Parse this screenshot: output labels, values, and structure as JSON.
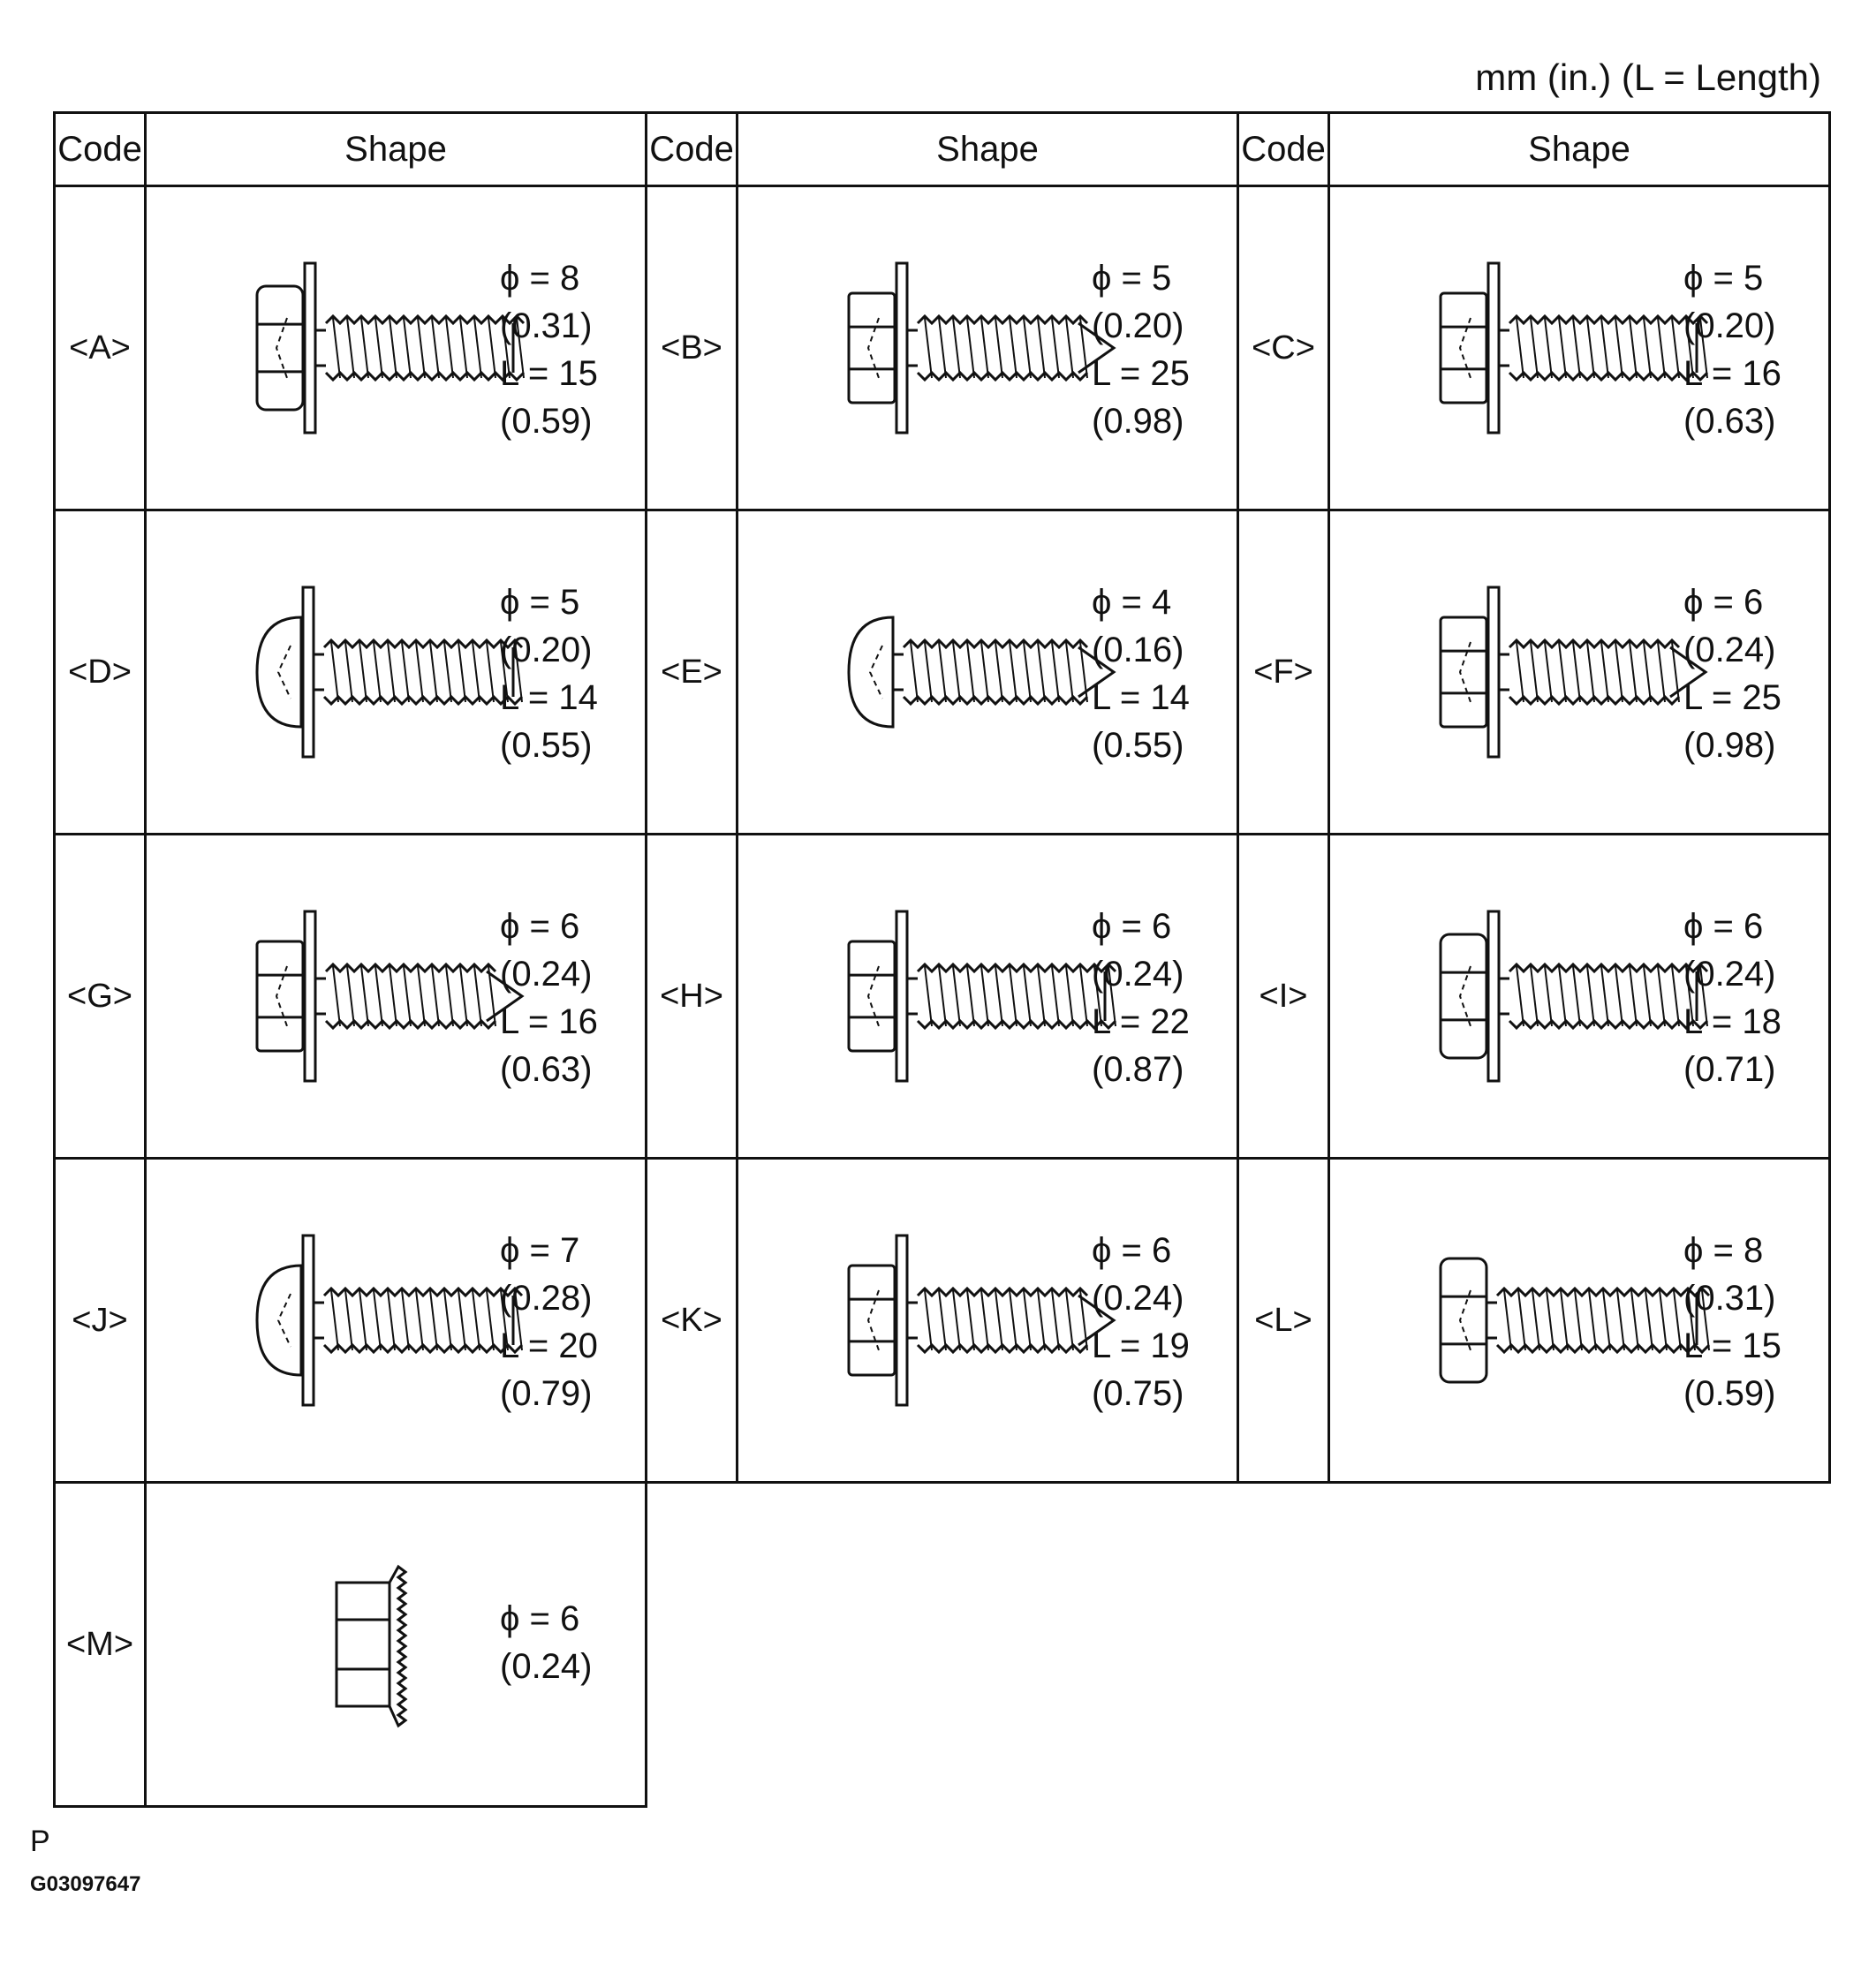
{
  "units_note": "mm (in.) (L = Length)",
  "headers": {
    "code": "Code",
    "shape": "Shape"
  },
  "fasteners": [
    {
      "code": "<A>",
      "diameter": "ϕ = 8",
      "diameter_in": "(0.31)",
      "length": "L = 15",
      "length_in": "(0.59)",
      "head": "flange-hex",
      "tip": "flat",
      "has_washer": true
    },
    {
      "code": "<B>",
      "diameter": "ϕ = 5",
      "diameter_in": "(0.20)",
      "length": "L = 25",
      "length_in": "(0.98)",
      "head": "hex",
      "tip": "point",
      "has_washer": true
    },
    {
      "code": "<C>",
      "diameter": "ϕ = 5",
      "diameter_in": "(0.20)",
      "length": "L = 16",
      "length_in": "(0.63)",
      "head": "hex",
      "tip": "flat",
      "has_washer": true
    },
    {
      "code": "<D>",
      "diameter": "ϕ = 5",
      "diameter_in": "(0.20)",
      "length": "L = 14",
      "length_in": "(0.55)",
      "head": "dome",
      "tip": "flat",
      "has_washer": true
    },
    {
      "code": "<E>",
      "diameter": "ϕ = 4",
      "diameter_in": "(0.16)",
      "length": "L = 14",
      "length_in": "(0.55)",
      "head": "dome",
      "tip": "point",
      "has_washer": false
    },
    {
      "code": "<F>",
      "diameter": "ϕ = 6",
      "diameter_in": "(0.24)",
      "length": "L = 25",
      "length_in": "(0.98)",
      "head": "hex",
      "tip": "point",
      "has_washer": true
    },
    {
      "code": "<G>",
      "diameter": "ϕ = 6",
      "diameter_in": "(0.24)",
      "length": "L = 16",
      "length_in": "(0.63)",
      "head": "hex",
      "tip": "point",
      "has_washer": true
    },
    {
      "code": "<H>",
      "diameter": "ϕ = 6",
      "diameter_in": "(0.24)",
      "length": "L = 22",
      "length_in": "(0.87)",
      "head": "hex",
      "tip": "flat",
      "has_washer": true
    },
    {
      "code": "<I>",
      "diameter": "ϕ = 6",
      "diameter_in": "(0.24)",
      "length": "L = 18",
      "length_in": "(0.71)",
      "head": "flange-hex",
      "tip": "flat",
      "has_washer": true
    },
    {
      "code": "<J>",
      "diameter": "ϕ = 7",
      "diameter_in": "(0.28)",
      "length": "L = 20",
      "length_in": "(0.79)",
      "head": "dome",
      "tip": "flat",
      "has_washer": true
    },
    {
      "code": "<K>",
      "diameter": "ϕ = 6",
      "diameter_in": "(0.24)",
      "length": "L = 19",
      "length_in": "(0.75)",
      "head": "hex",
      "tip": "point",
      "has_washer": true
    },
    {
      "code": "<L>",
      "diameter": "ϕ = 8",
      "diameter_in": "(0.31)",
      "length": "L = 15",
      "length_in": "(0.59)",
      "head": "flange-hex",
      "tip": "flat",
      "has_washer": false
    },
    {
      "code": "<M>",
      "diameter": "ϕ = 6",
      "diameter_in": "(0.24)",
      "length": "",
      "length_in": "",
      "head": "serrated-nut",
      "tip": "none",
      "has_washer": false
    }
  ],
  "footer": {
    "ref": "P",
    "id": "G03097647"
  }
}
